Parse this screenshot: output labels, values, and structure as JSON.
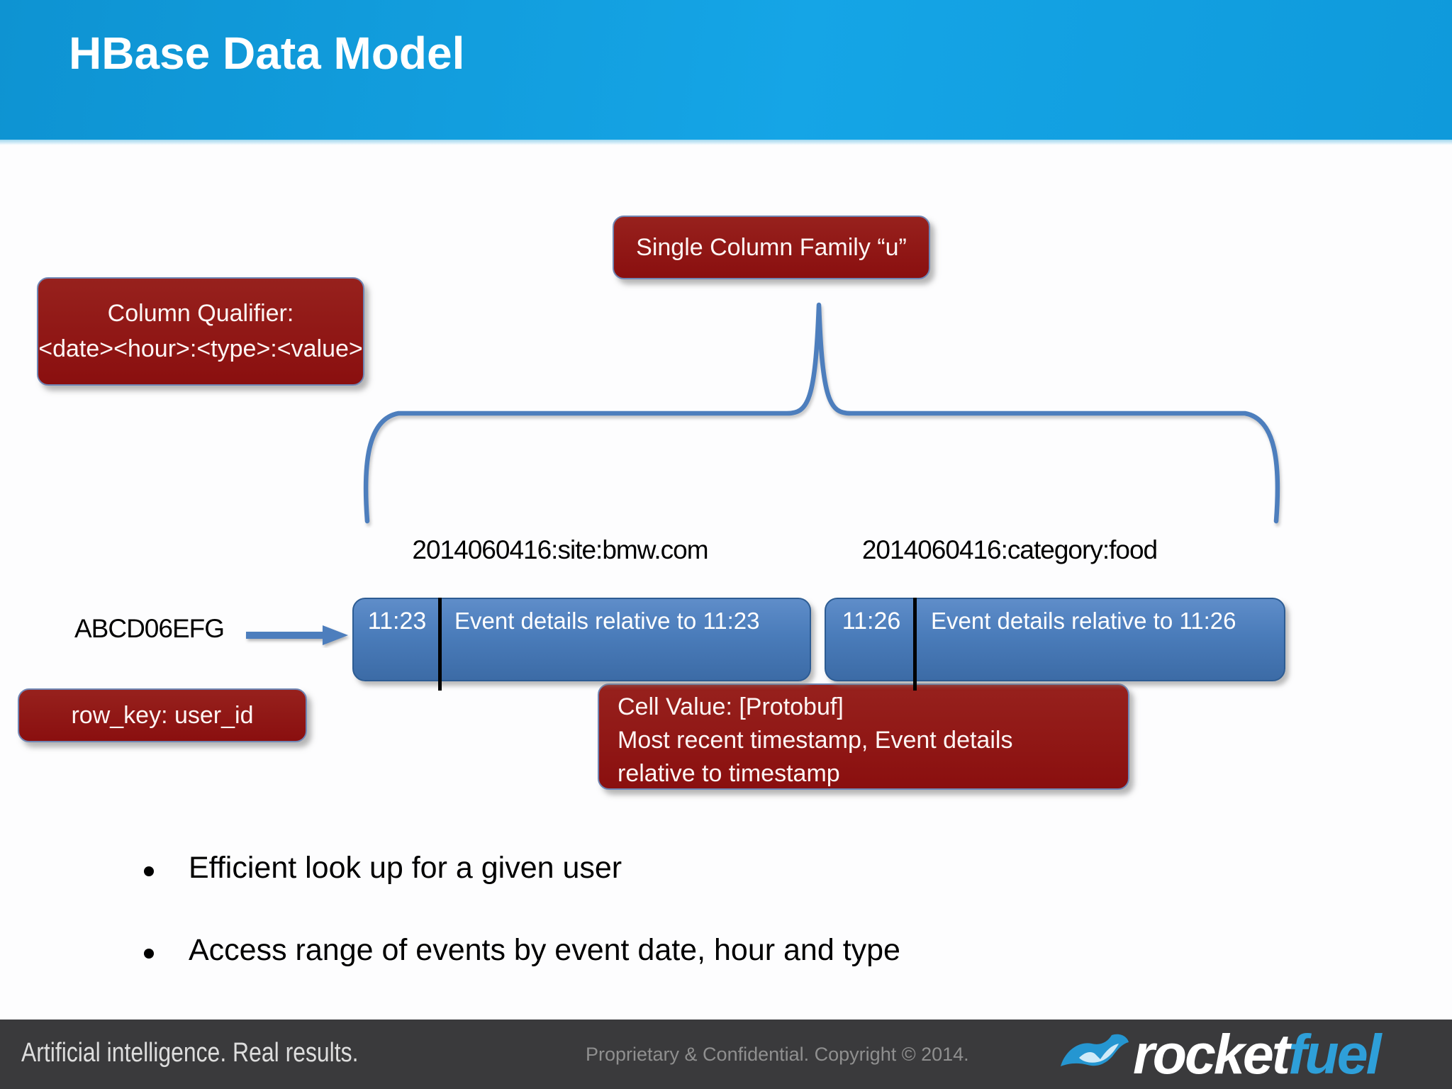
{
  "colors": {
    "header_blue": "#119bd9",
    "callout_red": "#8e1311",
    "cell_blue": "#4a7cba",
    "brace_blue": "#4d7ebd",
    "footer_bg": "#3a3a3c",
    "logo_blue": "#2e9fd9"
  },
  "header": {
    "title": "HBase Data Model"
  },
  "diagram": {
    "family_box": "Single Column Family “u”",
    "qualifier": {
      "line1": "Column Qualifier:",
      "line2": "<date><hour>:<type>:<value>"
    },
    "row_key_box": "row_key: user_id",
    "cell_value": {
      "line1": "Cell Value: [Protobuf]",
      "line2": "Most recent timestamp, Event details",
      "line3": "relative to timestamp"
    },
    "column1_label": "2014060416:site:bmw.com",
    "column2_label": "2014060416:category:food",
    "row_id": "ABCD06EFG",
    "cell1": {
      "time": "11:23",
      "details": "Event details relative to 11:23"
    },
    "cell2": {
      "time": "11:26",
      "details": "Event details relative to 11:26"
    }
  },
  "bullets": [
    "Efficient look up for a given user",
    "Access range of events by event date, hour and type"
  ],
  "footer": {
    "tagline": "Artificial intelligence. Real results.",
    "legal": "Proprietary & Confidential. Copyright © 2014.",
    "logo": {
      "part1": "rocket",
      "part2": "fuel"
    }
  }
}
